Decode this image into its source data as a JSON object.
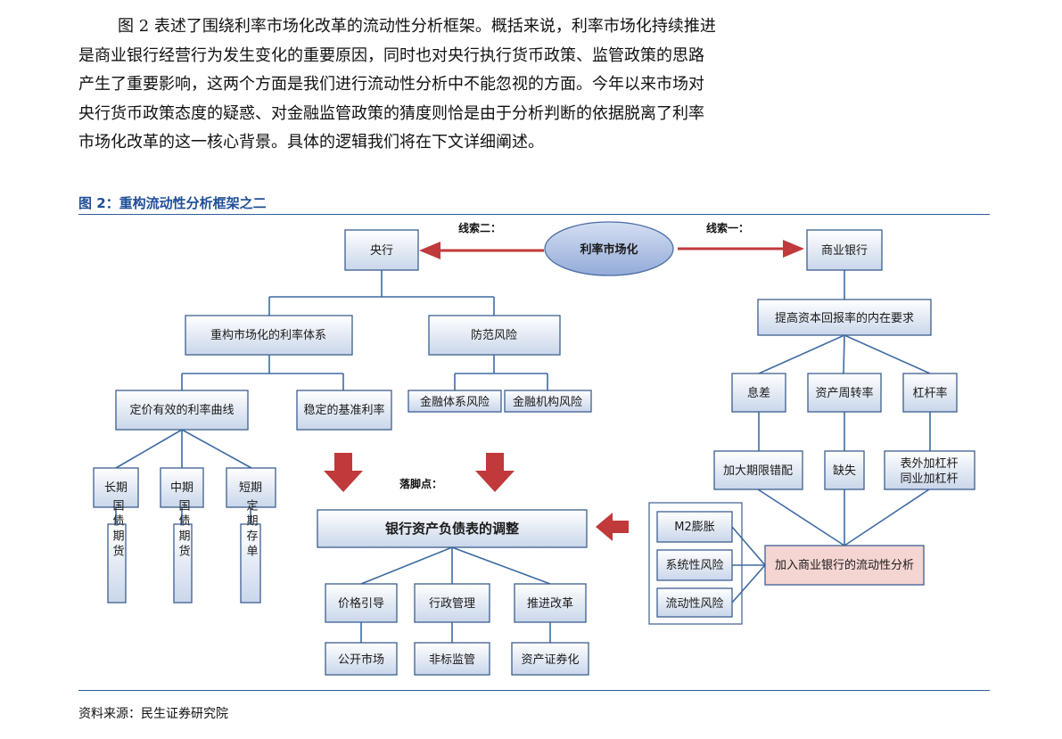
{
  "paragraph": {
    "lines": [
      "图 2 表述了围绕利率市场化改革的流动性分析框架。概括来说，利率市场化持续推进",
      "是商业银行经营行为发生变化的重要原因，同时也对央行执行货币政策、监管政策的思路",
      "产生了重要影响，这两个方面是我们进行流动性分析中不能忽视的方面。今年以来市场对",
      "央行货币政策态度的疑惑、对金融监管政策的猜度则恰是由于分析判断的依据脱离了利率",
      "市场化改革的这一核心背景。具体的逻辑我们将在下文详细阐述。"
    ]
  },
  "figure": {
    "title": "图 2：重构流动性分析框架之二",
    "source": "资料来源：民生证券研究院"
  },
  "diagram": {
    "center": "利率市场化",
    "clue_left": "线索二：",
    "clue_right": "线索一：",
    "landing": "落脚点：",
    "central_bank": "央行",
    "rate_system": "重构市场化的利率体系",
    "risk_prevention": "防范风险",
    "financial_system_risk": "金融体系风险",
    "financial_institution_risk": "金融机构风险",
    "yield_curve": "定价有效的利率曲线",
    "benchmark_rate": "稳定的基准利率",
    "long_term": "长期",
    "mid_term": "中期",
    "short_term": "短期",
    "treasury_futures_1": "国债期货",
    "treasury_futures_2": "国债期货",
    "time_deposit": "定期存单",
    "balance_sheet_adjustment": "银行资产负债表的调整",
    "price_guidance": "价格引导",
    "admin_control": "行政管理",
    "promote_reform": "推进改革",
    "open_market": "公开市场",
    "non_standard_supervision": "非标监管",
    "asset_securitization": "资产证券化",
    "commercial_bank": "商业银行",
    "return_requirement": "提高资本回报率的内在要求",
    "interest_spread": "息差",
    "asset_turnover": "资产周转率",
    "leverage": "杠杆率",
    "maturity_mismatch": "加大期限错配",
    "deficiency": "缺失",
    "offbalance_leverage_1": "表外加杠杆",
    "offbalance_leverage_2": "同业加杠杆",
    "m2_expansion": "M2膨胀",
    "systemic_risk": "系统性风险",
    "liquidity_risk": "流动性风险",
    "liquidity_analysis": "加入商业银行的流动性分析"
  },
  "colors": {
    "box_top": "#ffffff",
    "box_bottom": "#c9d6ea",
    "box_border": "#3d5f8f",
    "connector": "#3d6aa3",
    "arrow_red": "#c0393b",
    "title_blue": "#1f4e96",
    "analysis_fill": "#f5d5d2",
    "ellipse_fill": "#a9bde0"
  }
}
